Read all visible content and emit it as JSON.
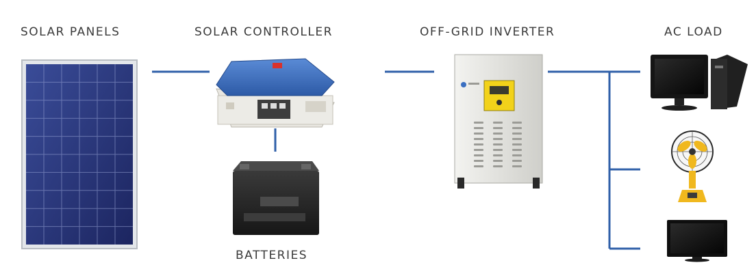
{
  "labels": {
    "solar_panels": "SOLAR PANELS",
    "solar_controller": "SOLAR CONTROLLER",
    "off_grid_inverter": "OFF-GRID INVERTER",
    "ac_load": "AC LOAD",
    "batteries": "BATTERIES"
  },
  "colors": {
    "wire": "#2f5fa8",
    "label": "#3a3a3a",
    "panel_cell": "#24306e",
    "controller_top": "#3a6fc1",
    "inverter_body": "#e6e6e2",
    "inverter_display": "#f2d21a",
    "battery": "#2a2a2a",
    "fan_yellow": "#f0b81e"
  },
  "icons": {
    "solar_panel": "solar-panel-icon",
    "controller": "charge-controller-icon",
    "battery": "battery-icon",
    "inverter": "inverter-icon",
    "computer": "desktop-computer-icon",
    "fan": "table-fan-icon",
    "tv": "television-icon"
  }
}
